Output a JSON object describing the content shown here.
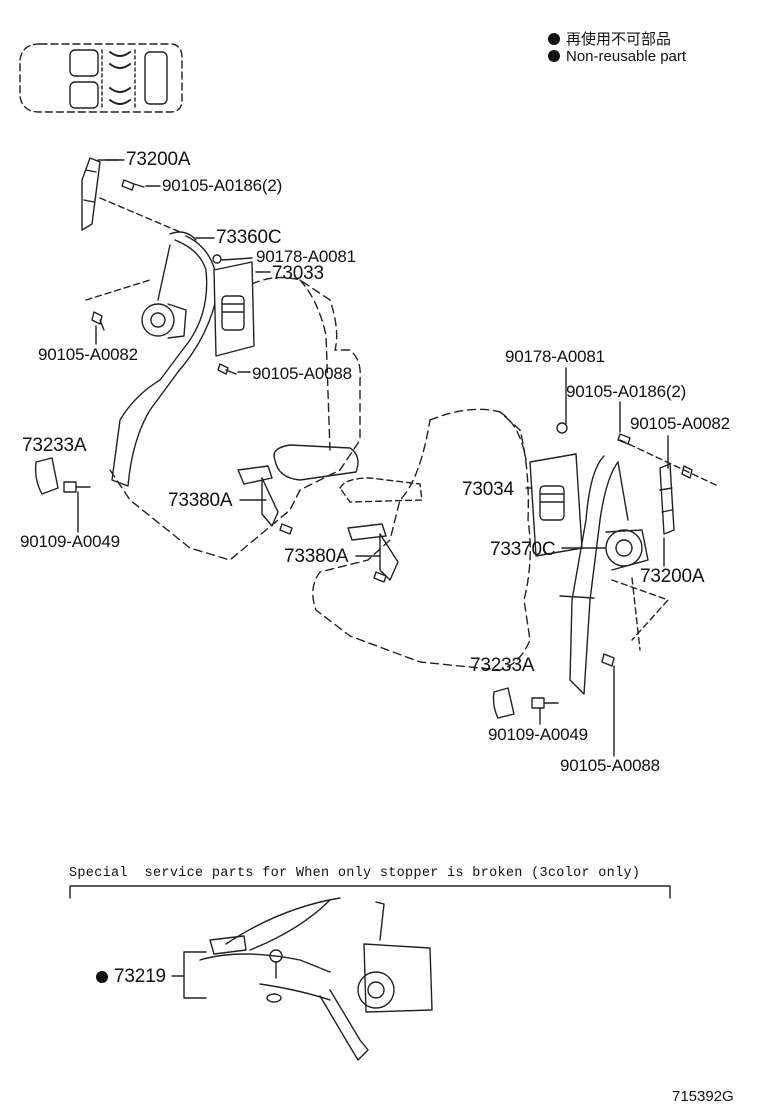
{
  "legend": {
    "reuse_jp": "再使用不可部品",
    "reuse_en": "Non-reusable part"
  },
  "parts": {
    "p1": "73200A",
    "p2": "90105-A0186(2)",
    "p3": "73360C",
    "p4": "90178-A0081",
    "p5": "73033",
    "p6": "90105-A0082",
    "p7": "90105-A0088",
    "p8": "73233A",
    "p9": "73380A",
    "p10": "90109-A0049",
    "p11": "73380A",
    "p12": "90178-A0081",
    "p13": "90105-A0186(2)",
    "p14": "90105-A0082",
    "p15": "73034",
    "p16": "73370C",
    "p17": "73200A",
    "p18": "73233A",
    "p19": "90109-A0049",
    "p20": "90105-A0088",
    "p21": "73219"
  },
  "special_note": "Special  service parts for When only stopper is broken (3color only)",
  "figure_code": "715392G"
}
